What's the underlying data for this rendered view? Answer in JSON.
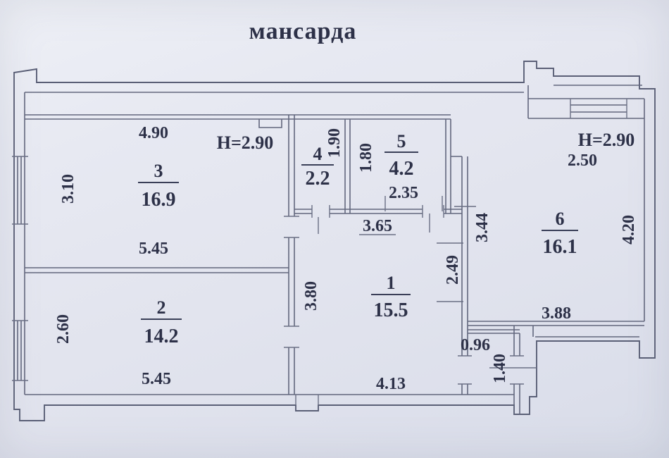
{
  "title": "мансарда",
  "colors": {
    "background": "#e2e5ef",
    "wall_line": "#5a5f76",
    "text": "#2d3148"
  },
  "height_labels": {
    "left": "Н=2.90",
    "right": "Н=2.90"
  },
  "rooms": {
    "r1": {
      "number": "1",
      "area": "15.5"
    },
    "r2": {
      "number": "2",
      "area": "14.2"
    },
    "r3": {
      "number": "3",
      "area": "16.9"
    },
    "r4": {
      "number": "4",
      "area": "2.2"
    },
    "r5": {
      "number": "5",
      "area": "4.2"
    },
    "r6": {
      "number": "6",
      "area": "16.1"
    }
  },
  "dimensions": {
    "room3_top": "4.90",
    "room3_left": "3.10",
    "room3_bottom": "5.45",
    "room4_height": "1.90",
    "room5_height": "1.80",
    "room5_width": "2.35",
    "room2_left": "2.60",
    "room2_bottom": "5.45",
    "hall_top": "3.65",
    "hall_left": "3.80",
    "hall_bottom": "4.13",
    "hall_right": "2.49",
    "room6_top": "2.50",
    "room6_left": "3.44",
    "room6_right": "4.20",
    "room6_bottom": "3.88",
    "entry_width": "0.96",
    "entry_depth": "1.40"
  }
}
